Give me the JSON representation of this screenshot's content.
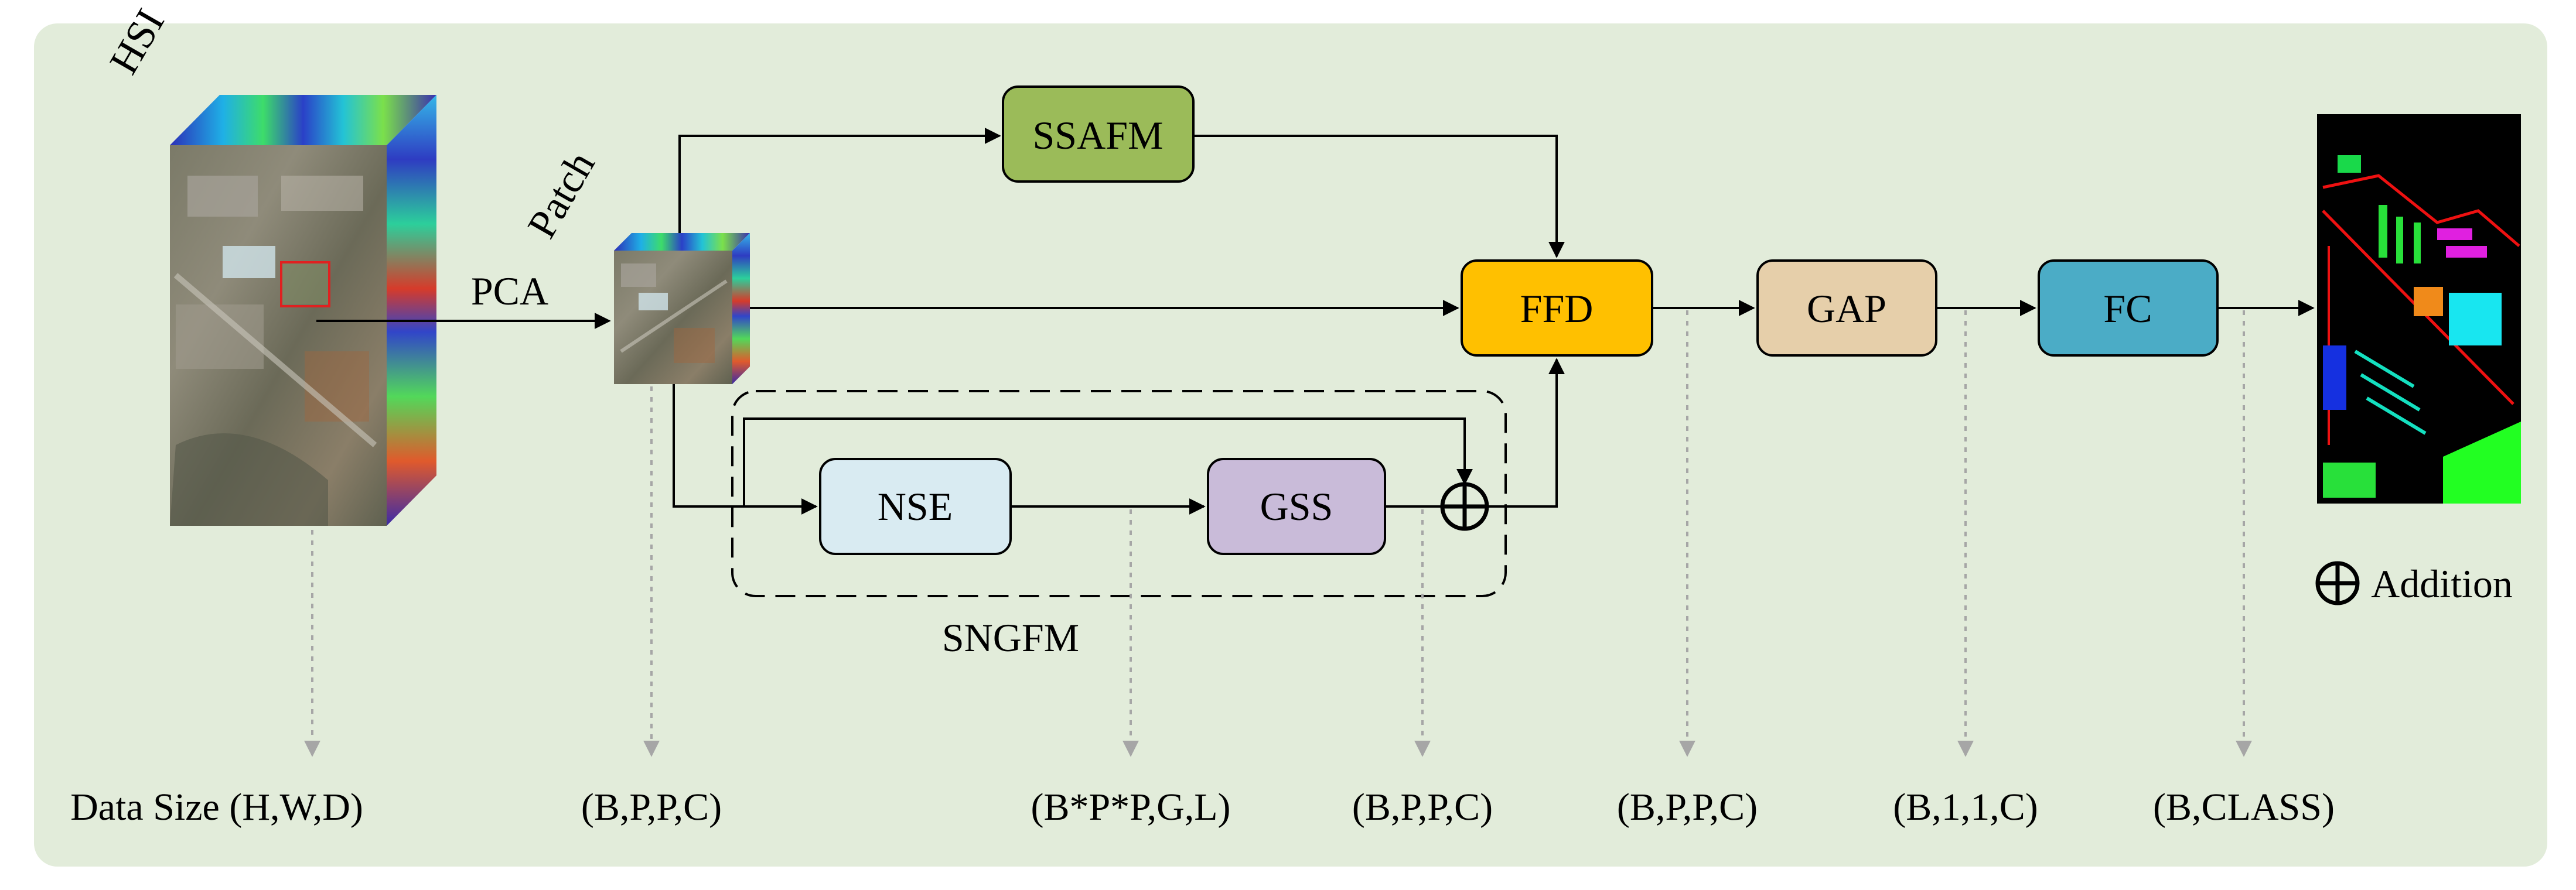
{
  "labels": {
    "hsi": "HSI",
    "patch": "Patch",
    "pca": "PCA",
    "group": "SNGFM",
    "addition": "Addition"
  },
  "modules": {
    "ssafm": "SSAFM",
    "ffd": "FFD",
    "gap": "GAP",
    "fc": "FC",
    "nse": "NSE",
    "gss": "GSS"
  },
  "sizes": {
    "input": "Data Size (H,W,D)",
    "patch": "(B,P,P,C)",
    "nse_out": "(B*P*P,G,L)",
    "gss_out": "(B,P,P,C)",
    "ffd_out": "(B,P,P,C)",
    "gap_out": "(B,1,1,C)",
    "fc_out": "(B,CLASS)"
  },
  "colors": {
    "background": "#e2ecda",
    "ssafm": "#9bbb59",
    "ffd": "#ffc000",
    "gap": "#e6cfaa",
    "fc": "#4bacc6",
    "nse": "#d9ebf2",
    "gss": "#c9bbd9"
  }
}
